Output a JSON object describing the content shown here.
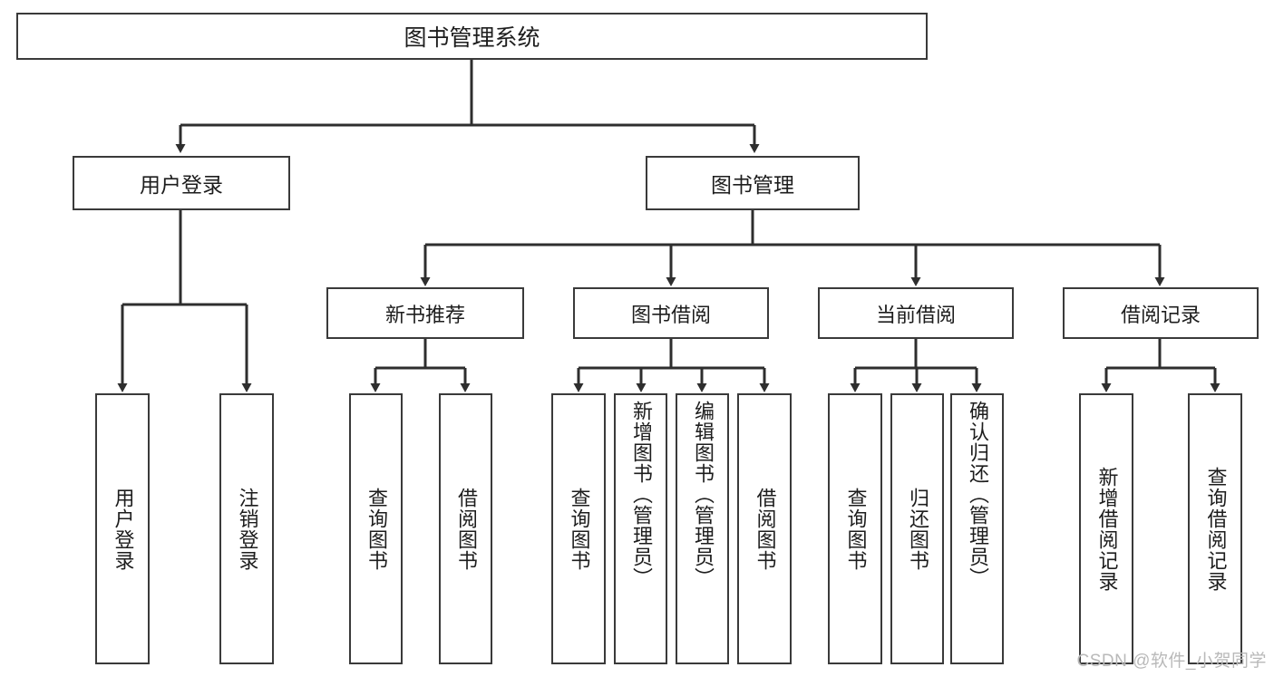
{
  "diagram": {
    "title": "图书管理系统",
    "type": "tree-hierarchy-diagram",
    "colors": {
      "box_border": "#3a3a3a",
      "box_fill": "#ffffff",
      "link": "#2e2e2e",
      "text": "#1d1d1d",
      "watermark": "#b9b9b9"
    },
    "root": {
      "label": "图书管理系统"
    },
    "level2": [
      {
        "label": "用户登录"
      },
      {
        "label": "图书管理"
      }
    ],
    "level3": [
      {
        "label": "新书推荐"
      },
      {
        "label": "图书借阅"
      },
      {
        "label": "当前借阅"
      },
      {
        "label": "借阅记录"
      }
    ],
    "leaves": {
      "user_login": [
        {
          "label": "用户登录"
        },
        {
          "label": "注销登录"
        }
      ],
      "new_book_recommend": [
        {
          "label": "查询图书"
        },
        {
          "label": "借阅图书"
        }
      ],
      "book_borrow": [
        {
          "label": "查询图书"
        },
        {
          "label": "新增图书（管理员）"
        },
        {
          "label": "编辑图书（管理员）"
        },
        {
          "label": "借阅图书"
        }
      ],
      "current_borrow": [
        {
          "label": "查询图书"
        },
        {
          "label": "归还图书"
        },
        {
          "label": "确认归还（管理员）"
        }
      ],
      "borrow_records": [
        {
          "label": "新增借阅记录"
        },
        {
          "label": "查询借阅记录"
        }
      ]
    }
  },
  "watermark": {
    "text": "CSDN @软件_小贺同学"
  }
}
